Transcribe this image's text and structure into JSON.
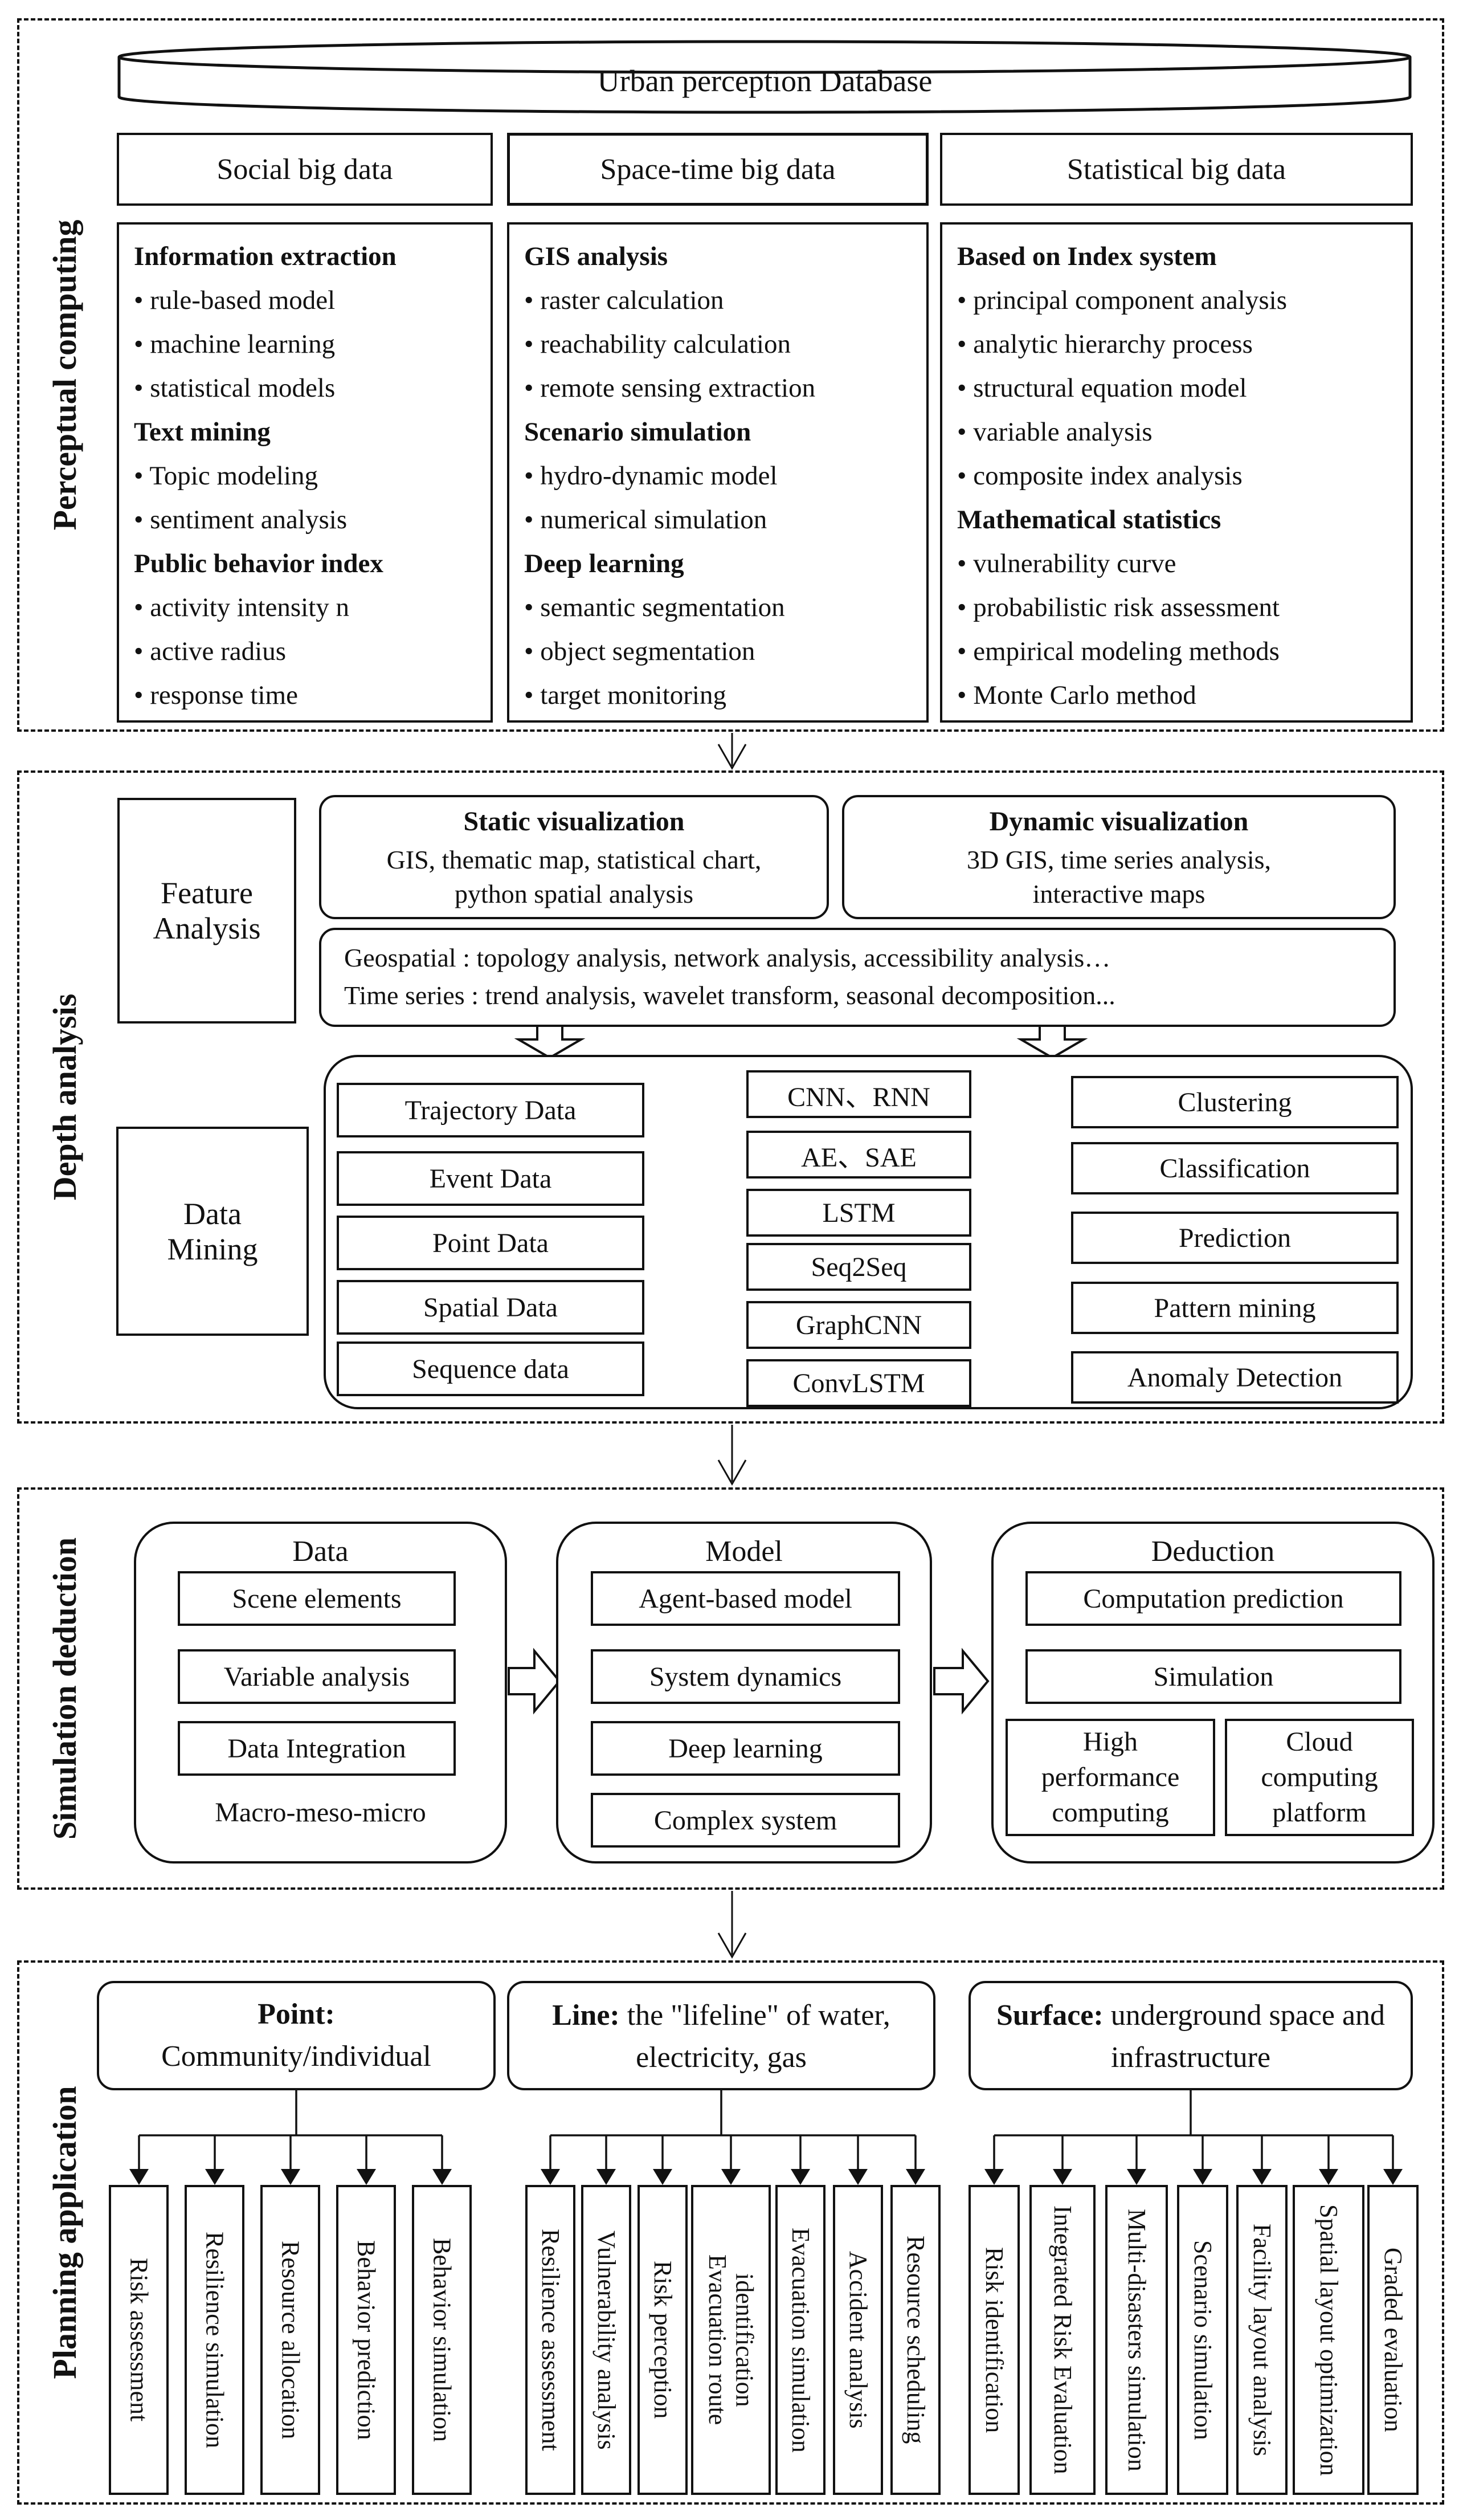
{
  "sections": {
    "perceptual": {
      "label": "Perceptual computing",
      "database_label": "Urban perception Database",
      "columns": [
        {
          "header": "Social big data",
          "lines": [
            "Information extraction",
            "• rule-based model",
            "• machine learning",
            "• statistical models",
            "Text mining",
            "• Topic modeling",
            "• sentiment analysis",
            "Public behavior index",
            "• activity intensity n",
            "• active radius",
            "• response time"
          ]
        },
        {
          "header": "Space-time big data",
          "lines": [
            "GIS analysis",
            "• raster calculation",
            "• reachability calculation",
            "• remote sensing extraction",
            "Scenario simulation",
            "• hydro-dynamic model",
            "• numerical simulation",
            "Deep learning",
            "• semantic segmentation",
            "• object segmentation",
            "• target monitoring"
          ]
        },
        {
          "header": "Statistical big data",
          "lines": [
            "Based on Index system",
            "• principal component analysis",
            "• analytic hierarchy process",
            "• structural equation model",
            "• variable analysis",
            "• composite index analysis",
            "Mathematical statistics",
            "• vulnerability curve",
            "• probabilistic risk assessment",
            "• empirical modeling methods",
            "• Monte Carlo method"
          ]
        }
      ]
    },
    "depth": {
      "label": "Depth analysis",
      "feature_label": "Feature Analysis",
      "static_title": "Static visualization",
      "static_body": "GIS, thematic map, statistical chart, python spatial analysis",
      "dynamic_title": "Dynamic visualization",
      "dynamic_body": "3D GIS, time series analysis, interactive maps",
      "geo_line1": "Geospatial : topology analysis, network analysis, accessibility analysis…",
      "geo_line2": "Time series : trend analysis, wavelet transform, seasonal decomposition...",
      "mining_label": "Data Mining",
      "data_types": [
        "Trajectory Data",
        "Event Data",
        "Point Data",
        "Spatial Data",
        "Sequence data"
      ],
      "models": [
        "CNN、RNN",
        "AE、SAE",
        "LSTM",
        "Seq2Seq",
        "GraphCNN",
        "ConvLSTM"
      ],
      "tasks": [
        "Clustering",
        "Classification",
        "Prediction",
        "Pattern mining",
        "Anomaly Detection"
      ],
      "data_model_links": [
        [
          0,
          0
        ],
        [
          0,
          3
        ],
        [
          1,
          0
        ],
        [
          1,
          2
        ],
        [
          2,
          1
        ],
        [
          2,
          3
        ],
        [
          2,
          5
        ],
        [
          3,
          0
        ],
        [
          3,
          4
        ],
        [
          4,
          1
        ],
        [
          4,
          2
        ],
        [
          4,
          3
        ],
        [
          4,
          5
        ]
      ],
      "model_task_links": [
        [
          0,
          1
        ],
        [
          0,
          3
        ],
        [
          1,
          0
        ],
        [
          1,
          4
        ],
        [
          2,
          2
        ],
        [
          2,
          3
        ],
        [
          3,
          0
        ],
        [
          3,
          2
        ],
        [
          4,
          1
        ],
        [
          4,
          3
        ],
        [
          5,
          0
        ],
        [
          5,
          2
        ],
        [
          5,
          4
        ]
      ]
    },
    "simulation": {
      "label": "Simulation deduction",
      "data_title": "Data",
      "data_items": [
        "Scene elements",
        "Variable analysis",
        "Data Integration"
      ],
      "data_footer": "Macro-meso-micro",
      "model_title": "Model",
      "model_items": [
        "Agent-based model",
        "System dynamics",
        "Deep learning",
        "Complex system"
      ],
      "deduction_title": "Deduction",
      "deduction_items": [
        "Computation prediction",
        "Simulation"
      ],
      "deduction_sub": [
        "High performance computing",
        "Cloud computing platform"
      ]
    },
    "planning": {
      "label": "Planning application",
      "groups": [
        {
          "title_bold": "Point:",
          "title_rest": "Community/individual",
          "items": [
            "Risk assessment",
            "Resilience simulation",
            "Resource allocation",
            "Behavior prediction",
            "Behavior simulation"
          ]
        },
        {
          "title_bold": "Line:",
          "title_rest": " the \"lifeline\" of water, electricity, gas",
          "items": [
            "Resilience assessment",
            "Vulnerability analysis",
            "Risk perception",
            "Evacuation route identification",
            "Evacuation simulation",
            "Accident analysis",
            "Resource scheduling"
          ]
        },
        {
          "title_bold": "Surface:",
          "title_rest": " underground space and infrastructure",
          "items": [
            "Risk identification",
            "Integrated Risk Evaluation",
            "Multi-disasters simulation",
            "Scenario simulation",
            "Facility layout analysis",
            "Spatial layout optimization",
            "Graded evaluation"
          ]
        }
      ]
    }
  }
}
